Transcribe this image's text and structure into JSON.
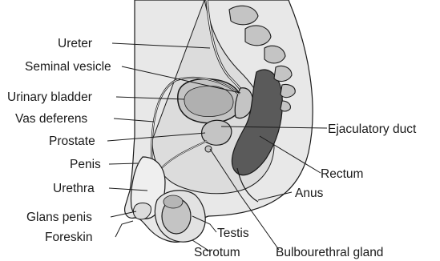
{
  "diagram": {
    "colors": {
      "tissue": "#e8e8e8",
      "organ": "#c4c4c4",
      "rectum": "#5a5a5a",
      "outline": "#1a1a1a",
      "background": "#ffffff"
    },
    "labels": {
      "ureter": "Ureter",
      "seminal_vesicle": "Seminal vesicle",
      "urinary_bladder": "Urinary bladder",
      "vas_deferens": "Vas deferens",
      "prostate": "Prostate",
      "penis": "Penis",
      "urethra": "Urethra",
      "glans_penis": "Glans penis",
      "foreskin": "Foreskin",
      "ejaculatory_duct": "Ejaculatory duct",
      "rectum": "Rectum",
      "anus": "Anus",
      "testis": "Testis",
      "scrotum": "Scrotum",
      "bulbourethral_gland": "Bulbourethral gland"
    }
  }
}
